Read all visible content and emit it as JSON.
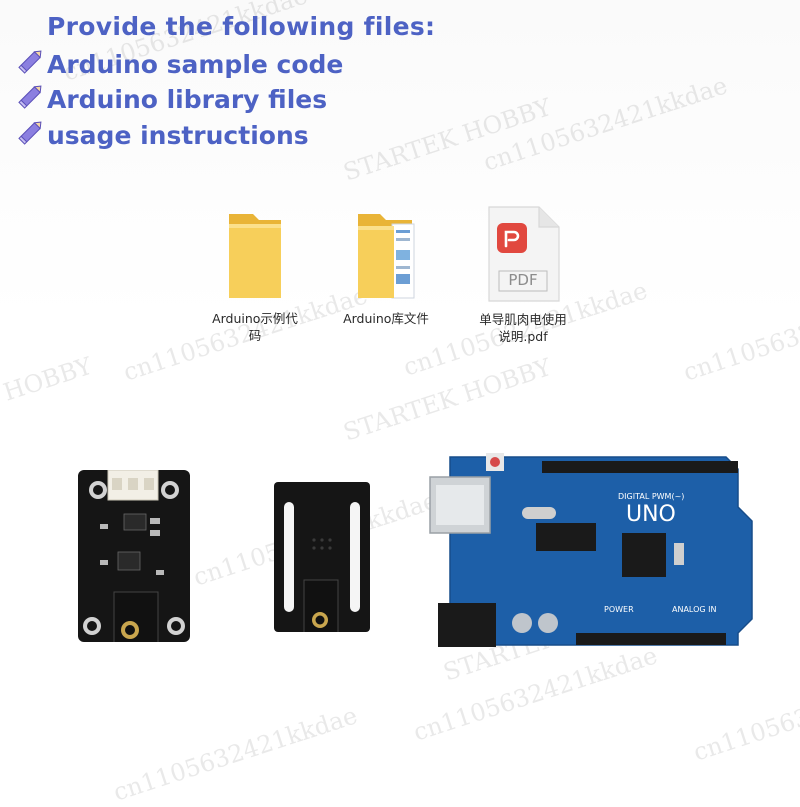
{
  "heading": "Provide the following files:",
  "features": [
    {
      "label": "Arduino sample code",
      "icon": "pencil-icon"
    },
    {
      "label": "Arduino library files",
      "icon": "pencil-icon"
    },
    {
      "label": "usage instructions",
      "icon": "pencil-icon"
    }
  ],
  "files": [
    {
      "line1": "Arduino示例代",
      "line2": "码",
      "icon": "folder-icon"
    },
    {
      "line1": "Arduino库文件",
      "line2": "",
      "icon": "folder-with-documents-icon"
    },
    {
      "line1": "单导肌肉电使用",
      "line2": "说明.pdf",
      "icon": "pdf-file-icon",
      "badge": "PDF"
    }
  ],
  "boards": {
    "uno_label": "UNO",
    "uno_digital": "DIGITAL PWM(~)",
    "uno_power": "POWER",
    "uno_analog": "ANALOG IN"
  },
  "watermarks": {
    "code": "cn1105632421kkdae",
    "brand": "STARTEK HOBBY",
    "hobby": "HOBBY"
  },
  "colors": {
    "text_blue": "#4d62c4",
    "folder_yellow": "#f5c84c",
    "pdf_red": "#e1483f",
    "uno_blue": "#1d5fa8",
    "pcb_black": "#151515"
  }
}
